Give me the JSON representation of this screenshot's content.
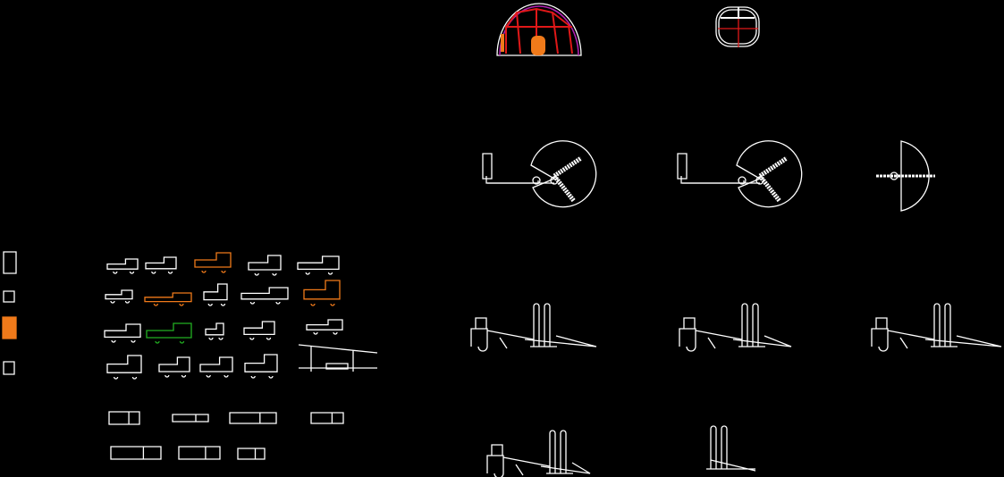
{
  "drawing": {
    "background": "#000000",
    "colors": {
      "line": "#ffffff",
      "red": "#e01818",
      "orange": "#f07a1a",
      "magenta": "#b020b0",
      "green": "#22b022"
    },
    "blocks": [
      "tunnel-section-with-formwork",
      "tunnel-section-small",
      "drill-jumbo-plan-1",
      "drill-jumbo-plan-2",
      "drill-jumbo-plan-3",
      "batching-plant-1",
      "batching-plant-2",
      "batching-plant-3",
      "batching-plant-4",
      "batching-plant-5",
      "construction-vehicles-library"
    ]
  }
}
